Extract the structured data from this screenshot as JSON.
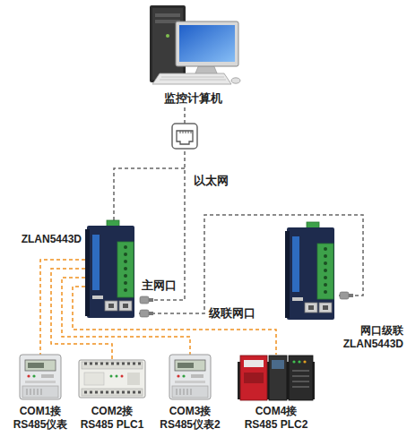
{
  "diagram": {
    "nodes": [
      {
        "text": [
          "监控计算机"
        ]
      },
      {
        "text": [
          "ZLAN5443D"
        ]
      },
      {
        "text": [
          "网口级联 ZLAN5443D"
        ]
      },
      {
        "text": [
          "COM1接 RS485仪表"
        ]
      },
      {
        "text": [
          "COM2接 RS485 PLC1"
        ]
      },
      {
        "text": [
          "COM3接 RS485仪表2"
        ]
      },
      {
        "text": [
          "COM4接 RS485 PLC2"
        ]
      }
    ],
    "edges": [
      {
        "from": 0,
        "to": 1,
        "arrow": "none",
        "label": "以太网"
      },
      {
        "from": 1,
        "to": 2,
        "arrow": "none"
      },
      {
        "from": 1,
        "to": 3,
        "arrow": "none"
      },
      {
        "from": 1,
        "to": 4,
        "arrow": "none"
      },
      {
        "from": 1,
        "to": 5,
        "arrow": "none"
      },
      {
        "from": 1,
        "to": 6,
        "arrow": "none"
      }
    ],
    "labels": [
      "主网口",
      "级联网口"
    ]
  }
}
